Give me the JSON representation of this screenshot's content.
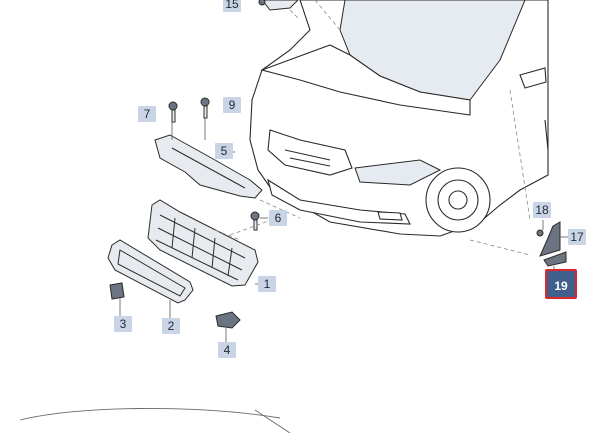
{
  "diagram": {
    "callouts": [
      {
        "id": "c1",
        "label": "1"
      },
      {
        "id": "c2",
        "label": "2"
      },
      {
        "id": "c3",
        "label": "3"
      },
      {
        "id": "c4",
        "label": "4"
      },
      {
        "id": "c5",
        "label": "5"
      },
      {
        "id": "c6",
        "label": "6"
      },
      {
        "id": "c7",
        "label": "7"
      },
      {
        "id": "c9",
        "label": "9"
      },
      {
        "id": "c15",
        "label": "15"
      },
      {
        "id": "c17",
        "label": "17"
      },
      {
        "id": "c18",
        "label": "18"
      },
      {
        "id": "c19",
        "label": "19"
      }
    ],
    "highlighted_callout": "19",
    "colors": {
      "callout_bg": "#c9d5e6",
      "highlight_bg": "#3f5f8c",
      "highlight_border": "#e0262b"
    }
  }
}
